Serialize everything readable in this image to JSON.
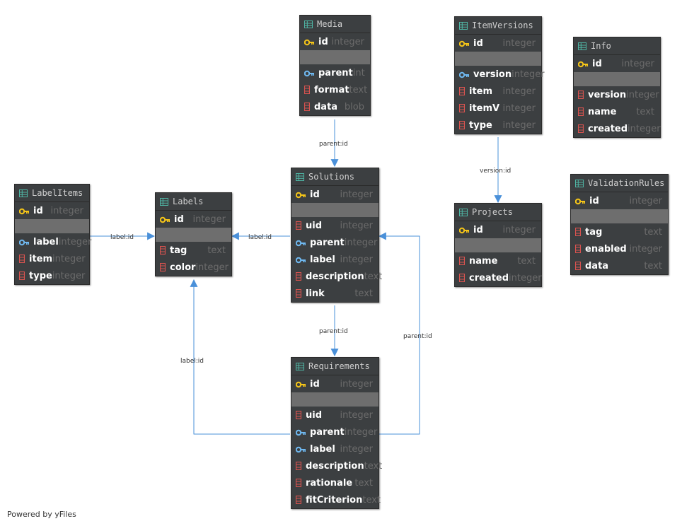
{
  "tables": [
    {
      "name": "Media",
      "columns": [
        {
          "name": "id",
          "type": "integer",
          "key": "pk"
        },
        {
          "sep": true
        },
        {
          "name": "parent",
          "type": "int",
          "key": "fk"
        },
        {
          "name": "format",
          "type": "text",
          "key": "col"
        },
        {
          "name": "data",
          "type": "blob",
          "key": "col"
        }
      ]
    },
    {
      "name": "ItemVersions",
      "columns": [
        {
          "name": "id",
          "type": "integer",
          "key": "pk"
        },
        {
          "sep": true
        },
        {
          "name": "version",
          "type": "integer",
          "key": "fk"
        },
        {
          "name": "item",
          "type": "integer",
          "key": "col"
        },
        {
          "name": "itemV",
          "type": "integer",
          "key": "col"
        },
        {
          "name": "type",
          "type": "integer",
          "key": "col"
        }
      ]
    },
    {
      "name": "Info",
      "columns": [
        {
          "name": "id",
          "type": "integer",
          "key": "pk"
        },
        {
          "sep": true
        },
        {
          "name": "version",
          "type": "integer",
          "key": "col"
        },
        {
          "name": "name",
          "type": "text",
          "key": "col"
        },
        {
          "name": "created",
          "type": "integer",
          "key": "col"
        }
      ]
    },
    {
      "name": "LabelItems",
      "columns": [
        {
          "name": "id",
          "type": "integer",
          "key": "pk"
        },
        {
          "sep": true
        },
        {
          "name": "label",
          "type": "integer",
          "key": "fk"
        },
        {
          "name": "item",
          "type": "integer",
          "key": "col"
        },
        {
          "name": "type",
          "type": "integer",
          "key": "col"
        }
      ]
    },
    {
      "name": "Labels",
      "columns": [
        {
          "name": "id",
          "type": "integer",
          "key": "pk"
        },
        {
          "sep": true
        },
        {
          "name": "tag",
          "type": "text",
          "key": "col"
        },
        {
          "name": "color",
          "type": "integer",
          "key": "col"
        }
      ]
    },
    {
      "name": "Solutions",
      "columns": [
        {
          "name": "id",
          "type": "integer",
          "key": "pk"
        },
        {
          "sep": true
        },
        {
          "name": "uid",
          "type": "integer",
          "key": "col"
        },
        {
          "name": "parent",
          "type": "integer",
          "key": "fk"
        },
        {
          "name": "label",
          "type": "integer",
          "key": "fk"
        },
        {
          "name": "description",
          "type": "text",
          "key": "col"
        },
        {
          "name": "link",
          "type": "text",
          "key": "col"
        }
      ]
    },
    {
      "name": "Projects",
      "columns": [
        {
          "name": "id",
          "type": "integer",
          "key": "pk"
        },
        {
          "sep": true
        },
        {
          "name": "name",
          "type": "text",
          "key": "col"
        },
        {
          "name": "created",
          "type": "integer",
          "key": "col"
        }
      ]
    },
    {
      "name": "ValidationRules",
      "columns": [
        {
          "name": "id",
          "type": "integer",
          "key": "pk"
        },
        {
          "sep": true
        },
        {
          "name": "tag",
          "type": "text",
          "key": "col"
        },
        {
          "name": "enabled",
          "type": "integer",
          "key": "col"
        },
        {
          "name": "data",
          "type": "text",
          "key": "col"
        }
      ]
    },
    {
      "name": "Requirements",
      "columns": [
        {
          "name": "id",
          "type": "integer",
          "key": "pk"
        },
        {
          "sep": true
        },
        {
          "name": "uid",
          "type": "integer",
          "key": "col"
        },
        {
          "name": "parent",
          "type": "integer",
          "key": "fk"
        },
        {
          "name": "label",
          "type": "integer",
          "key": "fk"
        },
        {
          "name": "description",
          "type": "text",
          "key": "col"
        },
        {
          "name": "rationale",
          "type": "text",
          "key": "col"
        },
        {
          "name": "fitCriterion",
          "type": "text",
          "key": "col"
        }
      ]
    }
  ],
  "edges": [
    {
      "from": "Media",
      "to": "Solutions",
      "label": "parent:id"
    },
    {
      "from": "ItemVersions",
      "to": "Projects",
      "label": "version:id"
    },
    {
      "from": "LabelItems",
      "to": "Labels",
      "label": "label:id"
    },
    {
      "from": "Solutions",
      "to": "Labels",
      "label": "label:id"
    },
    {
      "from": "Solutions",
      "to": "Requirements",
      "label": "parent:id"
    },
    {
      "from": "Requirements",
      "to": "Labels",
      "label": "label:id"
    },
    {
      "from": "Requirements",
      "to": "Solutions",
      "label": "parent:id"
    }
  ],
  "footer": "Powered by yFiles",
  "colors": {
    "table_bg": "#3c3f41",
    "separator": "#6e6e6e",
    "edge": "#4a90d9",
    "pk_icon": "#f5c518",
    "fk_icon": "#6fb8f0",
    "column_icon": "#d9534f",
    "table_icon": "#4fb5a4"
  }
}
